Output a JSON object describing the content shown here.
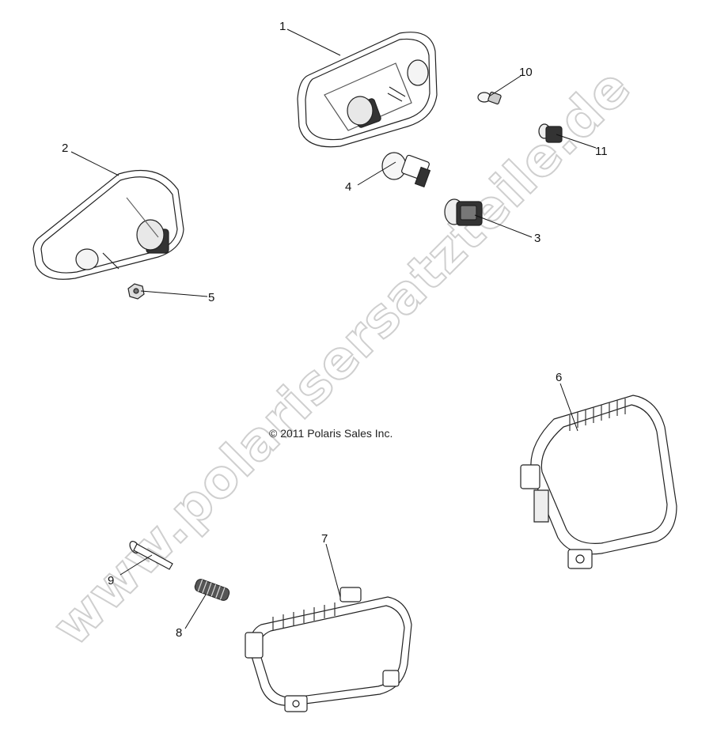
{
  "copyright": "© 2011 Polaris Sales Inc.",
  "watermark": "www.polarisersatzteile.de",
  "callouts": [
    {
      "id": "1",
      "label": "1"
    },
    {
      "id": "2",
      "label": "2"
    },
    {
      "id": "3",
      "label": "3"
    },
    {
      "id": "4",
      "label": "4"
    },
    {
      "id": "5",
      "label": "5"
    },
    {
      "id": "6",
      "label": "6"
    },
    {
      "id": "7",
      "label": "7"
    },
    {
      "id": "8",
      "label": "8"
    },
    {
      "id": "9",
      "label": "9"
    },
    {
      "id": "10",
      "label": "10"
    },
    {
      "id": "11",
      "label": "11"
    }
  ]
}
